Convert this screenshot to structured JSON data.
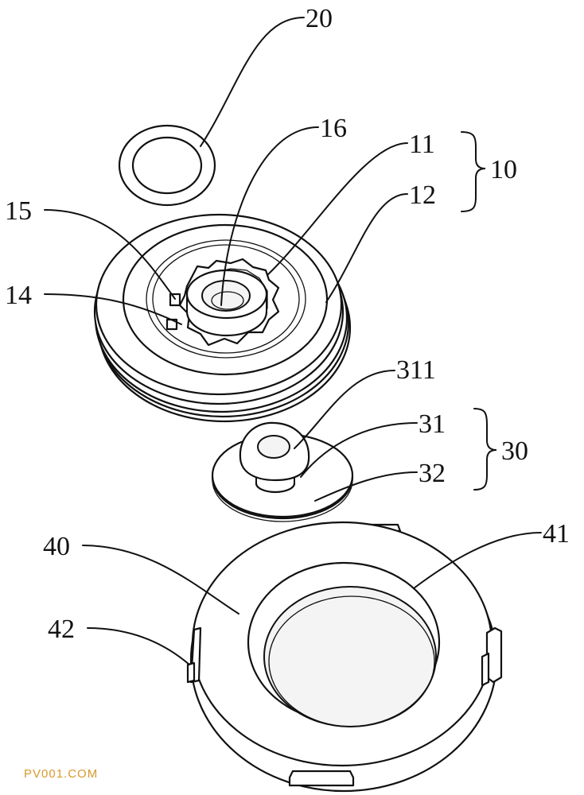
{
  "labels": {
    "l20": "20",
    "l16": "16",
    "l11": "11",
    "l10": "10",
    "l12": "12",
    "l15": "15",
    "l14": "14",
    "l311": "311",
    "l31": "31",
    "l30": "30",
    "l32": "32",
    "l40": "40",
    "l41": "41",
    "l42": "42"
  },
  "watermark": "PV001.COM"
}
